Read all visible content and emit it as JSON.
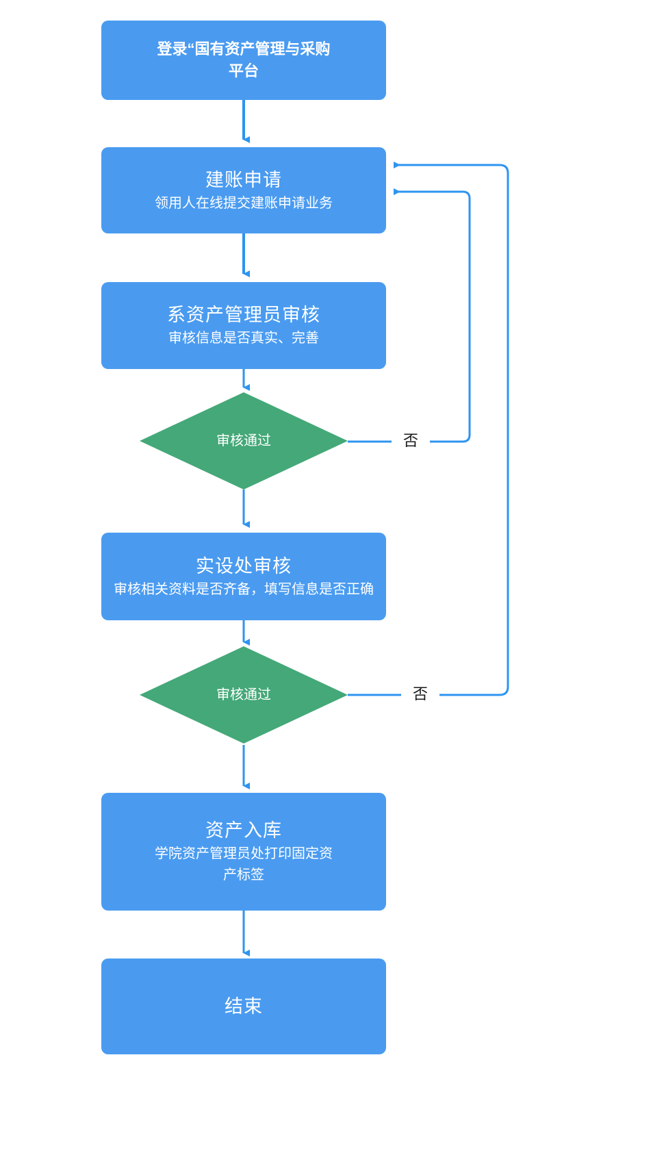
{
  "diagram": {
    "type": "flowchart",
    "title": "",
    "colors": {
      "process_fill": "#4a9bf0",
      "decision_fill": "#44a878",
      "connector": "#2e94ef",
      "node_text": "#ffffff",
      "label_text": "#1a1a1a",
      "background": "#ffffff"
    },
    "nodes": [
      {
        "id": "login",
        "shape": "process",
        "title": "登录“国有资产管理与采购",
        "title2": "平台",
        "subtitle": ""
      },
      {
        "id": "apply",
        "shape": "process",
        "title": "建账申请",
        "subtitle": "领用人在线提交建账申请业务"
      },
      {
        "id": "dept-review",
        "shape": "process",
        "title": "系资产管理员审核",
        "subtitle": "审核信息是否真实、完善"
      },
      {
        "id": "decision-1",
        "shape": "decision",
        "title": "审核通过"
      },
      {
        "id": "facility-review",
        "shape": "process",
        "title": "实设处审核",
        "subtitle": "审核相关资料是否齐备，填写信息是否正确"
      },
      {
        "id": "decision-2",
        "shape": "decision",
        "title": "审核通过"
      },
      {
        "id": "asset-storage",
        "shape": "process",
        "title": "资产入库",
        "subtitle": "学院资产管理员处打印固定资",
        "subtitle2": "产标签"
      },
      {
        "id": "end",
        "shape": "process",
        "title": "结束",
        "subtitle": ""
      }
    ],
    "edges": [
      {
        "from": "login",
        "to": "apply",
        "label": ""
      },
      {
        "from": "apply",
        "to": "dept-review",
        "label": ""
      },
      {
        "from": "dept-review",
        "to": "decision-1",
        "label": ""
      },
      {
        "from": "decision-1",
        "to": "facility-review",
        "label": ""
      },
      {
        "from": "decision-1",
        "to": "apply",
        "label": "否"
      },
      {
        "from": "facility-review",
        "to": "decision-2",
        "label": ""
      },
      {
        "from": "decision-2",
        "to": "asset-storage",
        "label": ""
      },
      {
        "from": "decision-2",
        "to": "apply",
        "label": "否"
      },
      {
        "from": "asset-storage",
        "to": "end",
        "label": ""
      }
    ],
    "labels": {
      "no_1": "否",
      "no_2": "否"
    }
  }
}
